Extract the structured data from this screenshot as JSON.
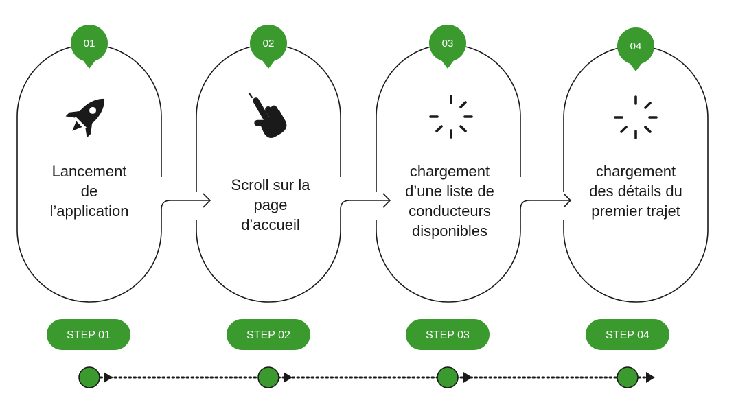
{
  "colors": {
    "accent": "#3a9a2e",
    "outline": "#1a1a1a",
    "text": "#1a1a1a",
    "background": "#ffffff"
  },
  "steps": [
    {
      "number": "01",
      "icon": "rocket-icon",
      "lines": [
        "Lancement",
        "de",
        "l’application"
      ],
      "label": "STEP 01"
    },
    {
      "number": "02",
      "icon": "hand-pointer-icon",
      "lines": [
        "Scroll sur la",
        "page",
        "d’accueil"
      ],
      "label": "STEP 02"
    },
    {
      "number": "03",
      "icon": "loading-spinner-icon",
      "lines": [
        "chargement",
        "d’une liste de",
        "conducteurs",
        "disponibles"
      ],
      "label": "STEP 03"
    },
    {
      "number": "04",
      "icon": "loading-spinner-icon",
      "lines": [
        "chargement",
        "des détails du",
        "premier trajet"
      ],
      "label": "STEP 04"
    }
  ]
}
